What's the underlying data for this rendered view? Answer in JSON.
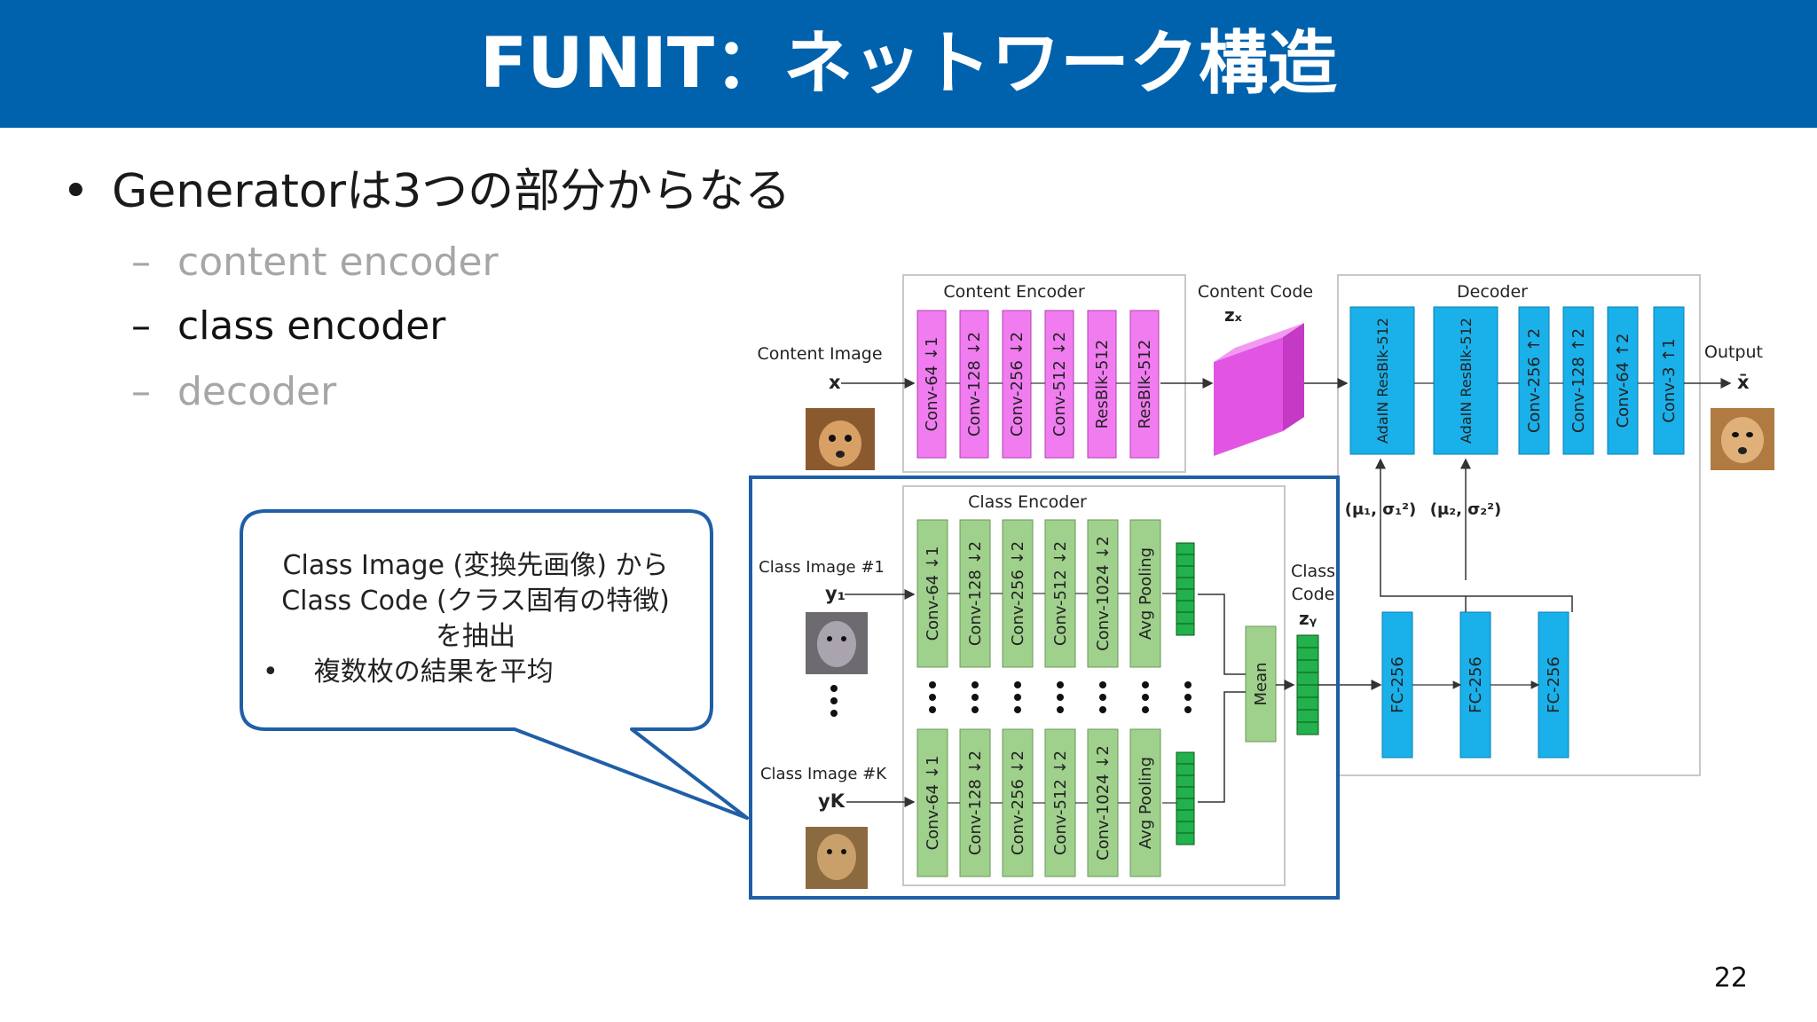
{
  "slide": {
    "title": "FUNIT：ネットワーク構造",
    "page_number": "22"
  },
  "bullets": {
    "main": "Generatorは3つの部分からなる",
    "bullet_glyph": "•",
    "dash_glyph": "–",
    "sub_items": [
      "content encoder",
      "class encoder",
      "decoder"
    ]
  },
  "callout": {
    "line1": "Class Image (変換先画像) から",
    "line2": "Class Code (クラス固有の特徴)",
    "line3": "を抽出",
    "bullet": "•",
    "bullet_text": "複数枚の結果を平均"
  },
  "diagram": {
    "content_encoder_title": "Content Encoder",
    "content_encoder_layers": [
      "Conv-64 ↓1",
      "Conv-128 ↓2",
      "Conv-256 ↓2",
      "Conv-512 ↓2",
      "ResBlk-512",
      "ResBlk-512"
    ],
    "content_code_title": "Content Code",
    "content_code_symbol": "zₓ",
    "content_image_label": "Content Image",
    "content_image_symbol": "x",
    "decoder_title": "Decoder",
    "decoder_layers": [
      "AdaIN ResBlk-512",
      "AdaIN ResBlk-512",
      "Conv-256 ↑2",
      "Conv-128 ↑2",
      "Conv-64 ↑2",
      "Conv-3 ↑1"
    ],
    "output_label": "Output",
    "output_symbol": "x̄",
    "adain_params_1": "(μ₁, σ₁²)",
    "adain_params_2": "(μ₂, σ₂²)",
    "class_encoder_title": "Class Encoder",
    "class_image_1_label": "Class Image #1",
    "class_image_1_symbol": "y₁",
    "class_image_k_label": "Class Image #K",
    "class_image_k_symbol": "yK",
    "class_encoder_layers": [
      "Conv-64 ↓1",
      "Conv-128 ↓2",
      "Conv-256 ↓2",
      "Conv-512 ↓2",
      "Conv-1024 ↓2",
      "Avg Pooling"
    ],
    "mean_label": "Mean",
    "class_code_title_1": "Class",
    "class_code_title_2": "Code",
    "class_code_symbol": "zᵧ",
    "fc_layers": [
      "FC-256",
      "FC-256",
      "FC-256"
    ],
    "colors": {
      "title_bar": "#0062ad",
      "content_layer": "#f07cf0",
      "class_layer": "#9fd08c",
      "decoder_layer": "#1ab0ea",
      "code_green": "#22b14c",
      "highlight_border": "#1f5fa6"
    }
  }
}
